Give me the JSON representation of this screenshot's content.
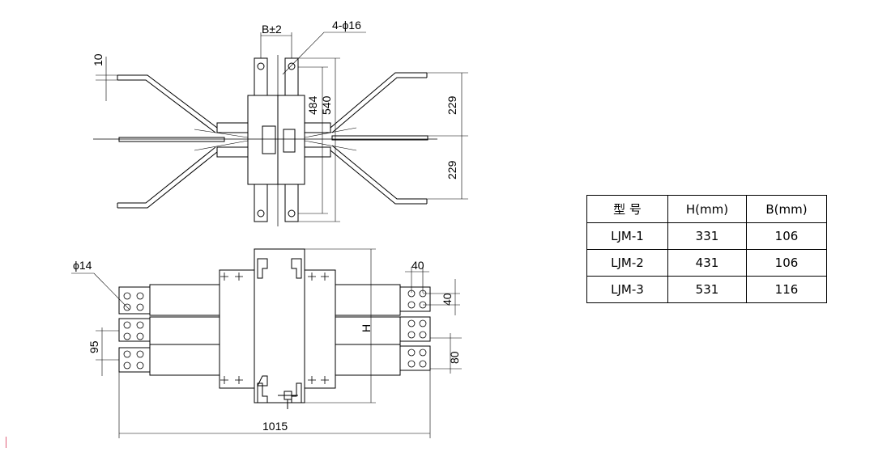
{
  "top_view": {
    "label_b": "B±2",
    "label_holes": "4-ϕ16",
    "dim_10": "10",
    "dim_484": "484",
    "dim_540": "540",
    "dim_229_upper": "229",
    "dim_229_lower": "229"
  },
  "front_view": {
    "label_phi14": "ϕ14",
    "dim_95": "95",
    "dim_40_top": "40",
    "dim_40_side": "40",
    "dim_80": "80",
    "label_h": "H",
    "dim_1015": "1015"
  },
  "spec_table": {
    "headers": [
      "型 号",
      "H(mm)",
      "B(mm)"
    ],
    "rows": [
      [
        "LJM-1",
        "331",
        "106"
      ],
      [
        "LJM-2",
        "431",
        "106"
      ],
      [
        "LJM-3",
        "531",
        "116"
      ]
    ]
  }
}
